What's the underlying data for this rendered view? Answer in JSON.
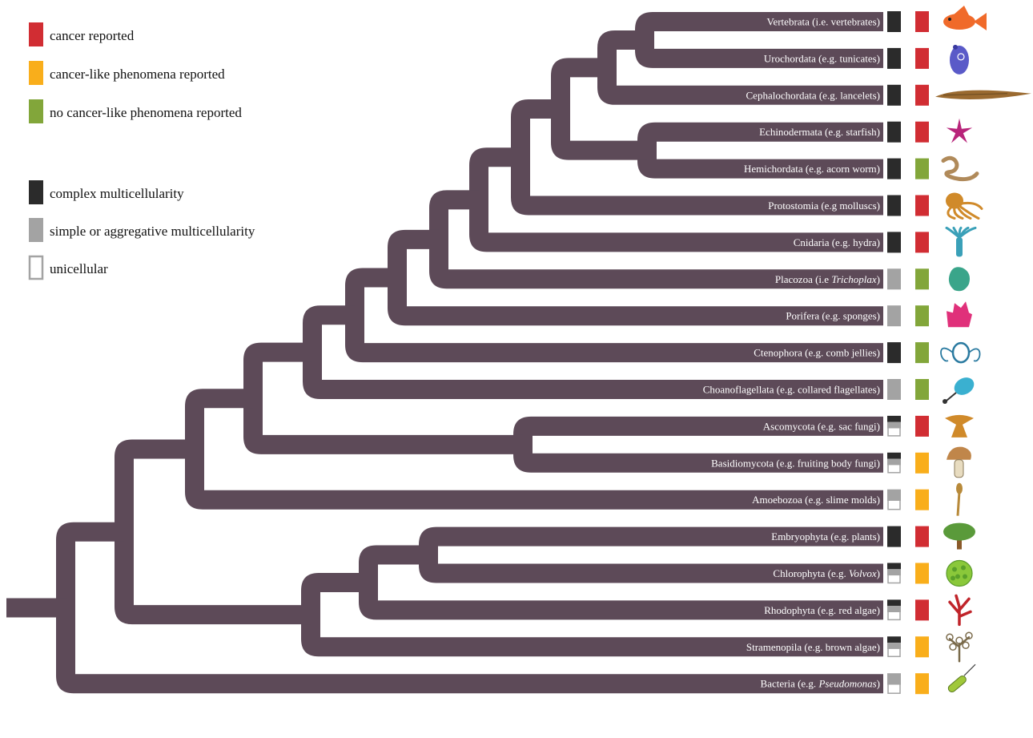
{
  "legend": {
    "cancer": [
      {
        "label": "cancer reported",
        "color": "#d12d33"
      },
      {
        "label": "cancer-like phenomena reported",
        "color": "#f9ae1b"
      },
      {
        "label": "no cancer-like phenomena reported",
        "color": "#82a63a"
      }
    ],
    "multicellularity": [
      {
        "label": "complex multicellularity",
        "kind": "complex"
      },
      {
        "label": "simple or aggregative multicellularity",
        "kind": "simple"
      },
      {
        "label": "unicellular",
        "kind": "unicellular"
      }
    ]
  },
  "colors": {
    "branch": "#5d4a58",
    "complex": "#2b2b2b",
    "simple": "#a3a3a3",
    "unicellular_border": "#a3a3a3"
  },
  "taxa": [
    {
      "label": "Vertebrata (i.e. vertebrates)",
      "mc": "complex",
      "cancer": "cancer",
      "icon": "fish-icon",
      "icon_color": "#f06a2a"
    },
    {
      "label": "Urochordata (e.g. tunicates)",
      "mc": "complex",
      "cancer": "cancer",
      "icon": "tunicate-icon",
      "icon_color": "#5a5ac8"
    },
    {
      "label": "Cephalochordata (e.g. lancelets)",
      "mc": "complex",
      "cancer": "cancer",
      "icon": "lancelet-icon",
      "icon_color": "#9a6a30"
    },
    {
      "label": "Echinodermata (e.g. starfish)",
      "mc": "complex",
      "cancer": "cancer",
      "icon": "starfish-icon",
      "icon_color": "#b8247a"
    },
    {
      "label": "Hemichordata (e.g. acorn worm)",
      "mc": "complex",
      "cancer": "none",
      "icon": "acorn-worm-icon",
      "icon_color": "#b08a5a"
    },
    {
      "label": "Protostomia (e.g molluscs)",
      "mc": "complex",
      "cancer": "cancer",
      "icon": "octopus-icon",
      "icon_color": "#d08a2a"
    },
    {
      "label": "Cnidaria (e.g. hydra)",
      "mc": "complex",
      "cancer": "cancer",
      "icon": "hydra-icon",
      "icon_color": "#3aa0b8"
    },
    {
      "label": "Placozoa (i.e ",
      "italic": "Trichoplax",
      "suffix": ")",
      "mc": "simple",
      "cancer": "none",
      "icon": "placozoa-icon",
      "icon_color": "#3aa58a"
    },
    {
      "label": "Porifera (e.g. sponges)",
      "mc": "simple",
      "cancer": "none",
      "icon": "sponge-icon",
      "icon_color": "#e0307a"
    },
    {
      "label": "Ctenophora (e.g. comb jellies)",
      "mc": "complex",
      "cancer": "none",
      "icon": "comb-jelly-icon",
      "icon_color": "#2a7aa0"
    },
    {
      "label": "Choanoflagellata (e.g. collared flagellates)",
      "mc": "simple",
      "cancer": "none",
      "icon": "choanoflagellate-icon",
      "icon_color": "#3ab0d0"
    },
    {
      "label": "Ascomycota (e.g. sac fungi)",
      "mc": "half",
      "cancer": "cancer",
      "icon": "sac-fungus-icon",
      "icon_color": "#d08a2a"
    },
    {
      "label": "Basidiomycota (e.g. fruiting body fungi)",
      "mc": "half",
      "cancer": "like",
      "icon": "mushroom-icon",
      "icon_color": "#c0864a"
    },
    {
      "label": "Amoebozoa (e.g. slime  molds)",
      "mc": "halfsimple",
      "cancer": "like",
      "icon": "slime-mold-icon",
      "icon_color": "#b88a3a"
    },
    {
      "label": "Embryophyta (e.g. plants)",
      "mc": "complex",
      "cancer": "cancer",
      "icon": "tree-icon",
      "icon_color": "#5a9a3a"
    },
    {
      "label": "Chlorophyta (e.g. ",
      "italic": "Volvox",
      "suffix": ")",
      "mc": "half",
      "cancer": "like",
      "icon": "volvox-icon",
      "icon_color": "#8ac83a"
    },
    {
      "label": "Rhodophyta (e.g. red algae)",
      "mc": "half",
      "cancer": "cancer",
      "icon": "red-algae-icon",
      "icon_color": "#c0242a"
    },
    {
      "label": "Stramenopila (e.g. brown algae)",
      "mc": "half",
      "cancer": "like",
      "icon": "brown-algae-icon",
      "icon_color": "#7a6a4a"
    },
    {
      "label": "Bacteria (e.g. ",
      "italic": "Pseudomonas",
      "suffix": ")",
      "mc": "halfsimple",
      "cancer": "like",
      "icon": "bacterium-icon",
      "icon_color": "#a0c83a"
    }
  ]
}
